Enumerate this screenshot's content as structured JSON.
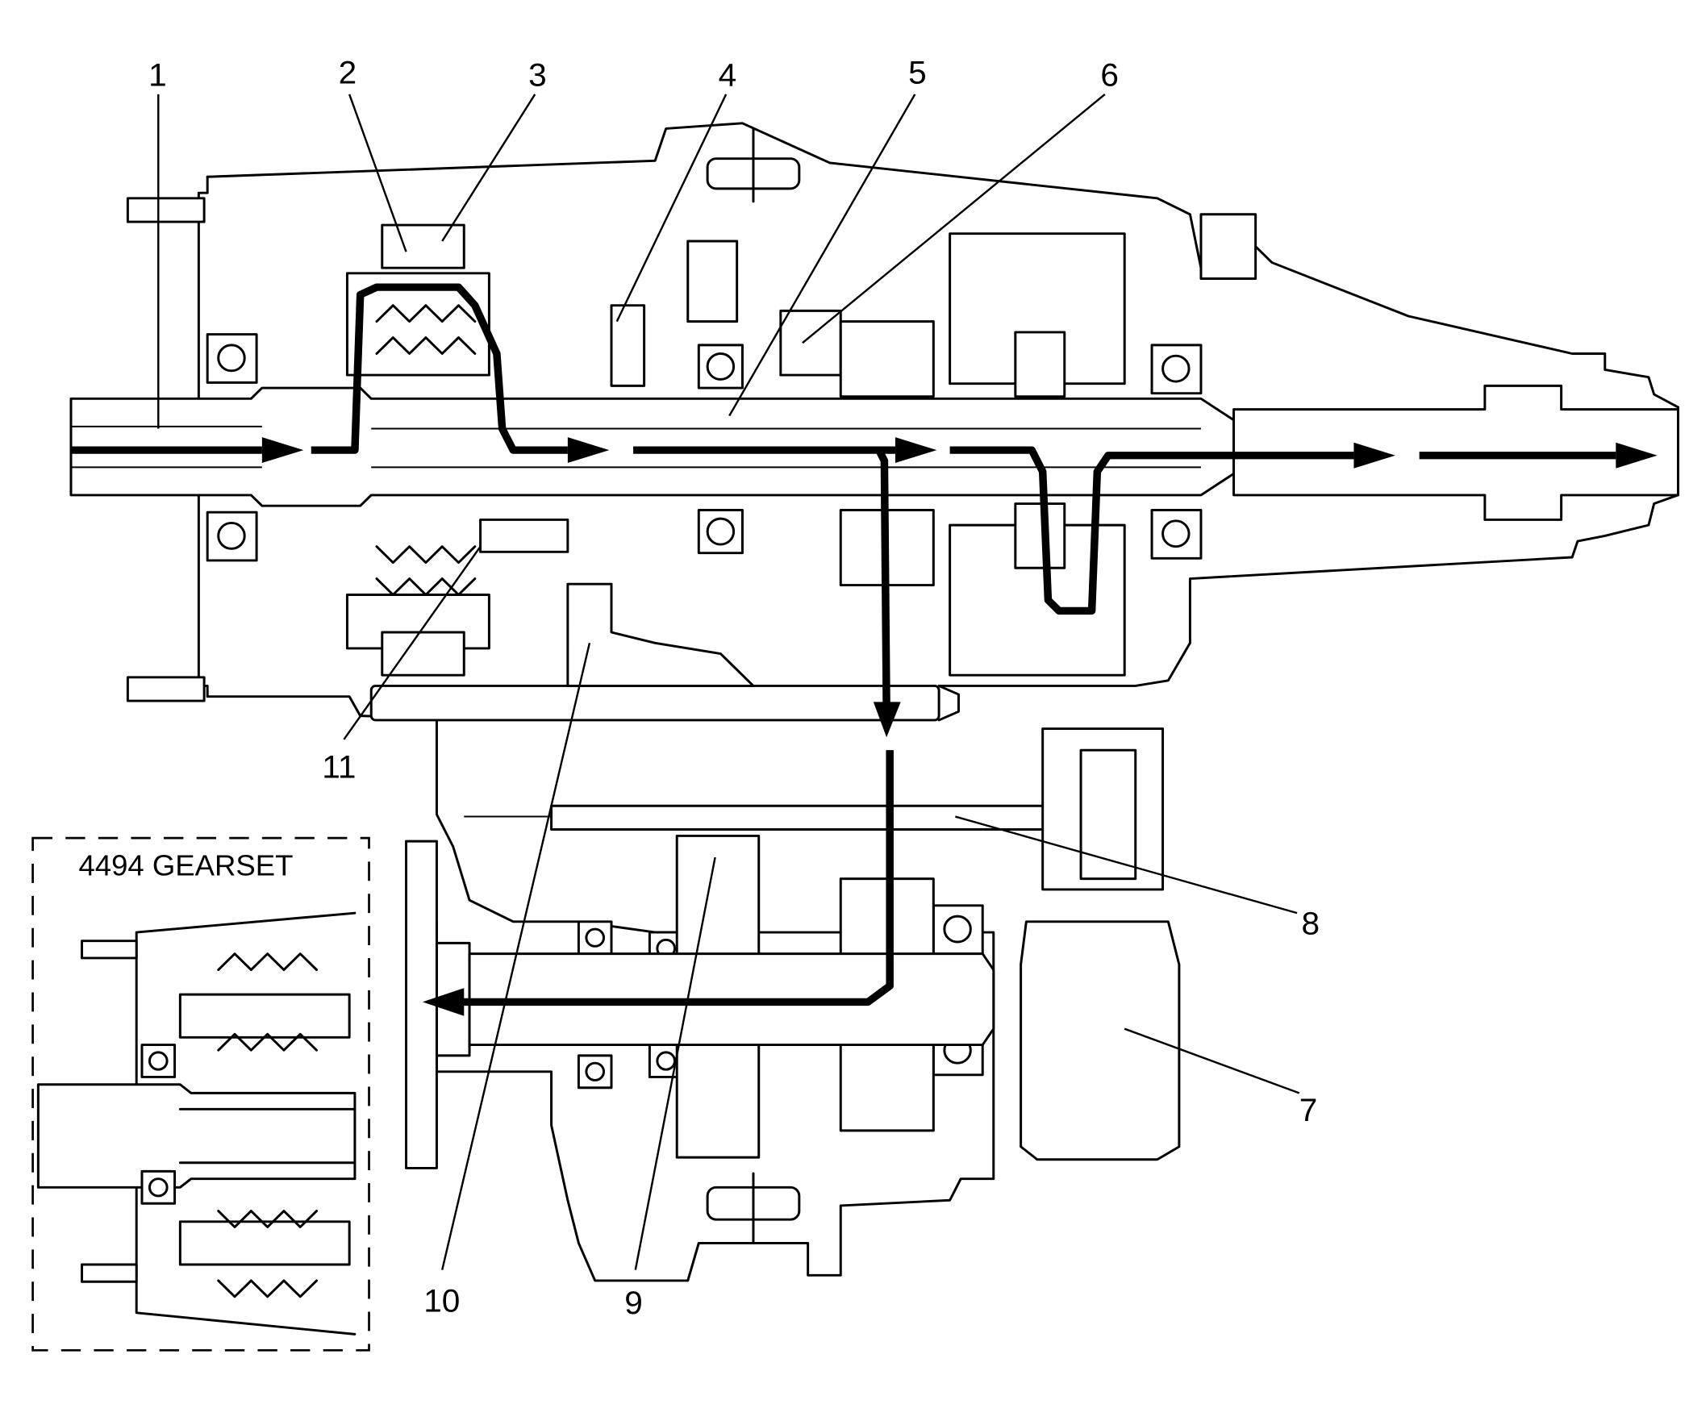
{
  "callouts": [
    {
      "id": "1",
      "label": "1"
    },
    {
      "id": "2",
      "label": "2"
    },
    {
      "id": "3",
      "label": "3"
    },
    {
      "id": "4",
      "label": "4"
    },
    {
      "id": "5",
      "label": "5"
    },
    {
      "id": "6",
      "label": "6"
    },
    {
      "id": "7",
      "label": "7"
    },
    {
      "id": "8",
      "label": "8"
    },
    {
      "id": "9",
      "label": "9"
    },
    {
      "id": "10",
      "label": "10"
    },
    {
      "id": "11",
      "label": "11"
    }
  ],
  "inset": {
    "title": "4494 GEARSET"
  },
  "power_flow": {
    "marker": "arrow"
  }
}
